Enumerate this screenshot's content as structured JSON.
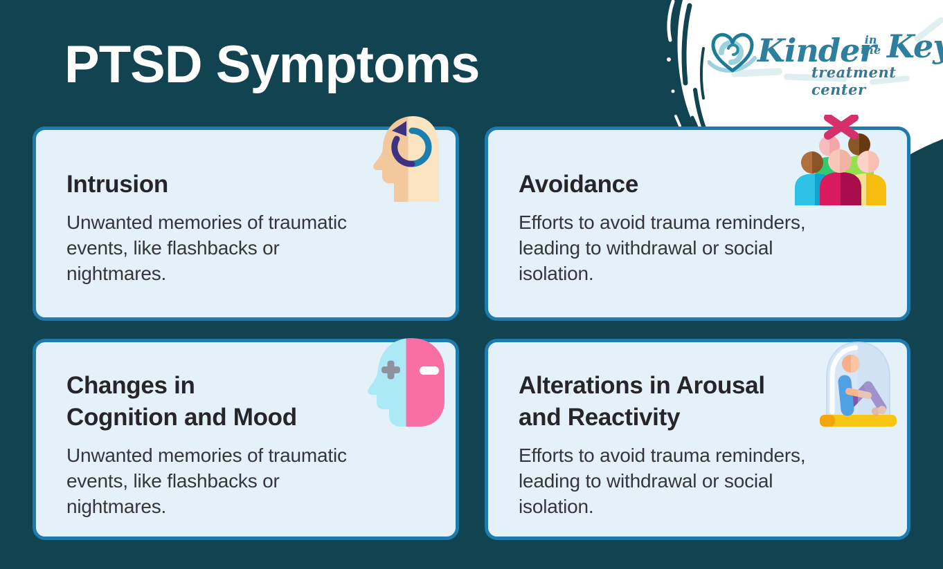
{
  "page": {
    "title": "PTSD Symptoms",
    "background_color": "#124350"
  },
  "logo": {
    "brand": "Kinder in the Keys",
    "word_kinder": "Kinder",
    "word_in": "in",
    "word_the": "the",
    "word_keys": "Keys",
    "subtitle": "treatment center",
    "text_color": "#2e7e9e",
    "heart_icon": "heart-swirl-icon"
  },
  "colors": {
    "card_background": "#e4f1f9",
    "card_border": "#1d7bae",
    "card_title_text": "#25252a",
    "card_body_text": "#35363a",
    "heading_text": "#ffffff"
  },
  "cards": [
    {
      "id": "intrusion",
      "title": "Intrusion",
      "description": "Unwanted memories of traumatic\nevents, like flashbacks or\nnightmares.",
      "icon": "head-refresh-icon"
    },
    {
      "id": "avoidance",
      "title": "Avoidance",
      "description": "Efforts to avoid trauma reminders,\nleading to withdrawal or social\nisolation.",
      "icon": "people-crossed-out-icon"
    },
    {
      "id": "cognition-mood",
      "title": "Changes in\nCognition and Mood",
      "description": "Unwanted memories of traumatic\nevents, like flashbacks or\nnightmares.",
      "icon": "split-head-plus-minus-icon"
    },
    {
      "id": "arousal-reactivity",
      "title": "Alterations in Arousal\nand Reactivity",
      "description": "Efforts to avoid trauma reminders,\nleading to withdrawal or social\nisolation.",
      "icon": "person-under-dome-icon"
    }
  ]
}
